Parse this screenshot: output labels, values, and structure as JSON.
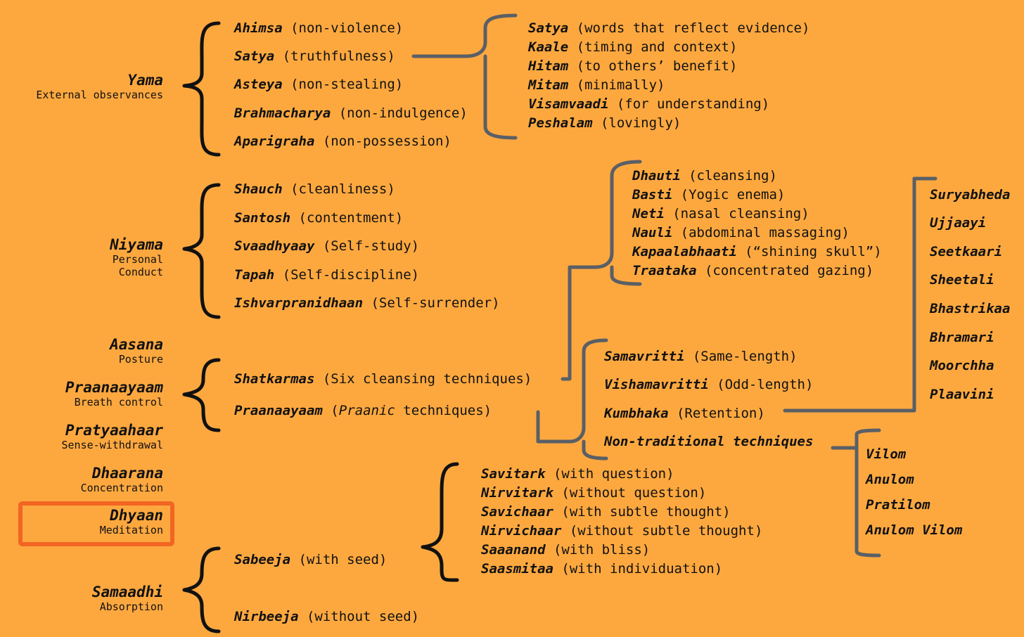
{
  "limbs": [
    {
      "name": "Yama",
      "subtitle": "External observances"
    },
    {
      "name": "Niyama",
      "subtitle": "Personal Conduct"
    },
    {
      "name": "Aasana",
      "subtitle": "Posture"
    },
    {
      "name": "Praanaayaam",
      "subtitle": "Breath control"
    },
    {
      "name": "Pratyaahaar",
      "subtitle": "Sense-withdrawal"
    },
    {
      "name": "Dhaarana",
      "subtitle": "Concentration"
    },
    {
      "name": "Dhyaan",
      "subtitle": "Meditation"
    },
    {
      "name": "Samaadhi",
      "subtitle": "Absorption"
    }
  ],
  "highlighted_limb": "Dhyaan",
  "yama": [
    {
      "term": "Ahimsa",
      "gloss": "(non-violence)"
    },
    {
      "term": "Satya",
      "gloss": "(truthfulness)"
    },
    {
      "term": "Asteya",
      "gloss": "(non-stealing)"
    },
    {
      "term": "Brahmacharya",
      "gloss": "(non-indulgence)"
    },
    {
      "term": "Aparigraha",
      "gloss": "(non-possession)"
    }
  ],
  "satya": [
    {
      "term": "Satya",
      "gloss": "(words that reflect evidence)"
    },
    {
      "term": "Kaale",
      "gloss": "(timing and context)"
    },
    {
      "term": "Hitam",
      "gloss": "(to others’ benefit)"
    },
    {
      "term": "Mitam",
      "gloss": "(minimally)"
    },
    {
      "term": "Visamvaadi",
      "gloss": "(for understanding)"
    },
    {
      "term": "Peshalam",
      "gloss": "(lovingly)"
    }
  ],
  "niyama": [
    {
      "term": "Shauch",
      "gloss": "(cleanliness)"
    },
    {
      "term": "Santosh",
      "gloss": "(contentment)"
    },
    {
      "term": "Svaadhyaay",
      "gloss": "(Self-study)"
    },
    {
      "term": "Tapah",
      "gloss": "(Self-discipline)"
    },
    {
      "term": "Ishvarpranidhaan",
      "gloss": "(Self-surrender)"
    }
  ],
  "practices": [
    {
      "term": "Shatkarmas",
      "gloss": "(Six cleansing techniques)"
    },
    {
      "term": "Praanaayaam",
      "gloss_pre": "(",
      "gloss_em": "Praanic",
      "gloss_post": " techniques)"
    }
  ],
  "shatkarmas": [
    {
      "term": "Dhauti",
      "gloss": "(cleansing)"
    },
    {
      "term": "Basti",
      "gloss": "(Yogic enema)"
    },
    {
      "term": "Neti",
      "gloss": "(nasal cleansing)"
    },
    {
      "term": "Nauli",
      "gloss": "(abdominal massaging)"
    },
    {
      "term": "Kapaalabhaati",
      "gloss": "(“shining skull”)"
    },
    {
      "term": "Traataka",
      "gloss": "(concentrated gazing)"
    }
  ],
  "pranayama_types": [
    {
      "term": "Samavritti",
      "gloss": "(Same-length)"
    },
    {
      "term": "Vishamavritti",
      "gloss": "(Odd-length)"
    },
    {
      "term": "Kumbhaka",
      "gloss": "(Retention)"
    },
    {
      "term": "Non-traditional techniques",
      "gloss": ""
    }
  ],
  "kumbhaka": [
    "Suryabheda",
    "Ujjaayi",
    "Seetkaari",
    "Sheetali",
    "Bhastrikaa",
    "Bhramari",
    "Moorchha",
    "Plaavini"
  ],
  "non_traditional": [
    "Vilom",
    "Anulom",
    "Pratilom",
    "Anulom Vilom"
  ],
  "samaadhi": [
    {
      "term": "Sabeeja",
      "gloss": "(with seed)"
    },
    {
      "term": "Nirbeeja",
      "gloss": "(without seed)"
    }
  ],
  "sabeeja": [
    {
      "term": "Savitark",
      "gloss": "(with question)"
    },
    {
      "term": "Nirvitark",
      "gloss": "(without question)"
    },
    {
      "term": "Savichaar",
      "gloss": "(with subtle thought)"
    },
    {
      "term": "Nirvichaar",
      "gloss": "(without subtle thought)"
    },
    {
      "term": "Saaanand",
      "gloss": "(with bliss)"
    },
    {
      "term": "Saasmitaa",
      "gloss": "(with individuation)"
    }
  ],
  "colors": {
    "background": "#FDA83F",
    "black_brace": "#111111",
    "gray_brace": "#5A5F66",
    "highlight": "#F26522"
  }
}
